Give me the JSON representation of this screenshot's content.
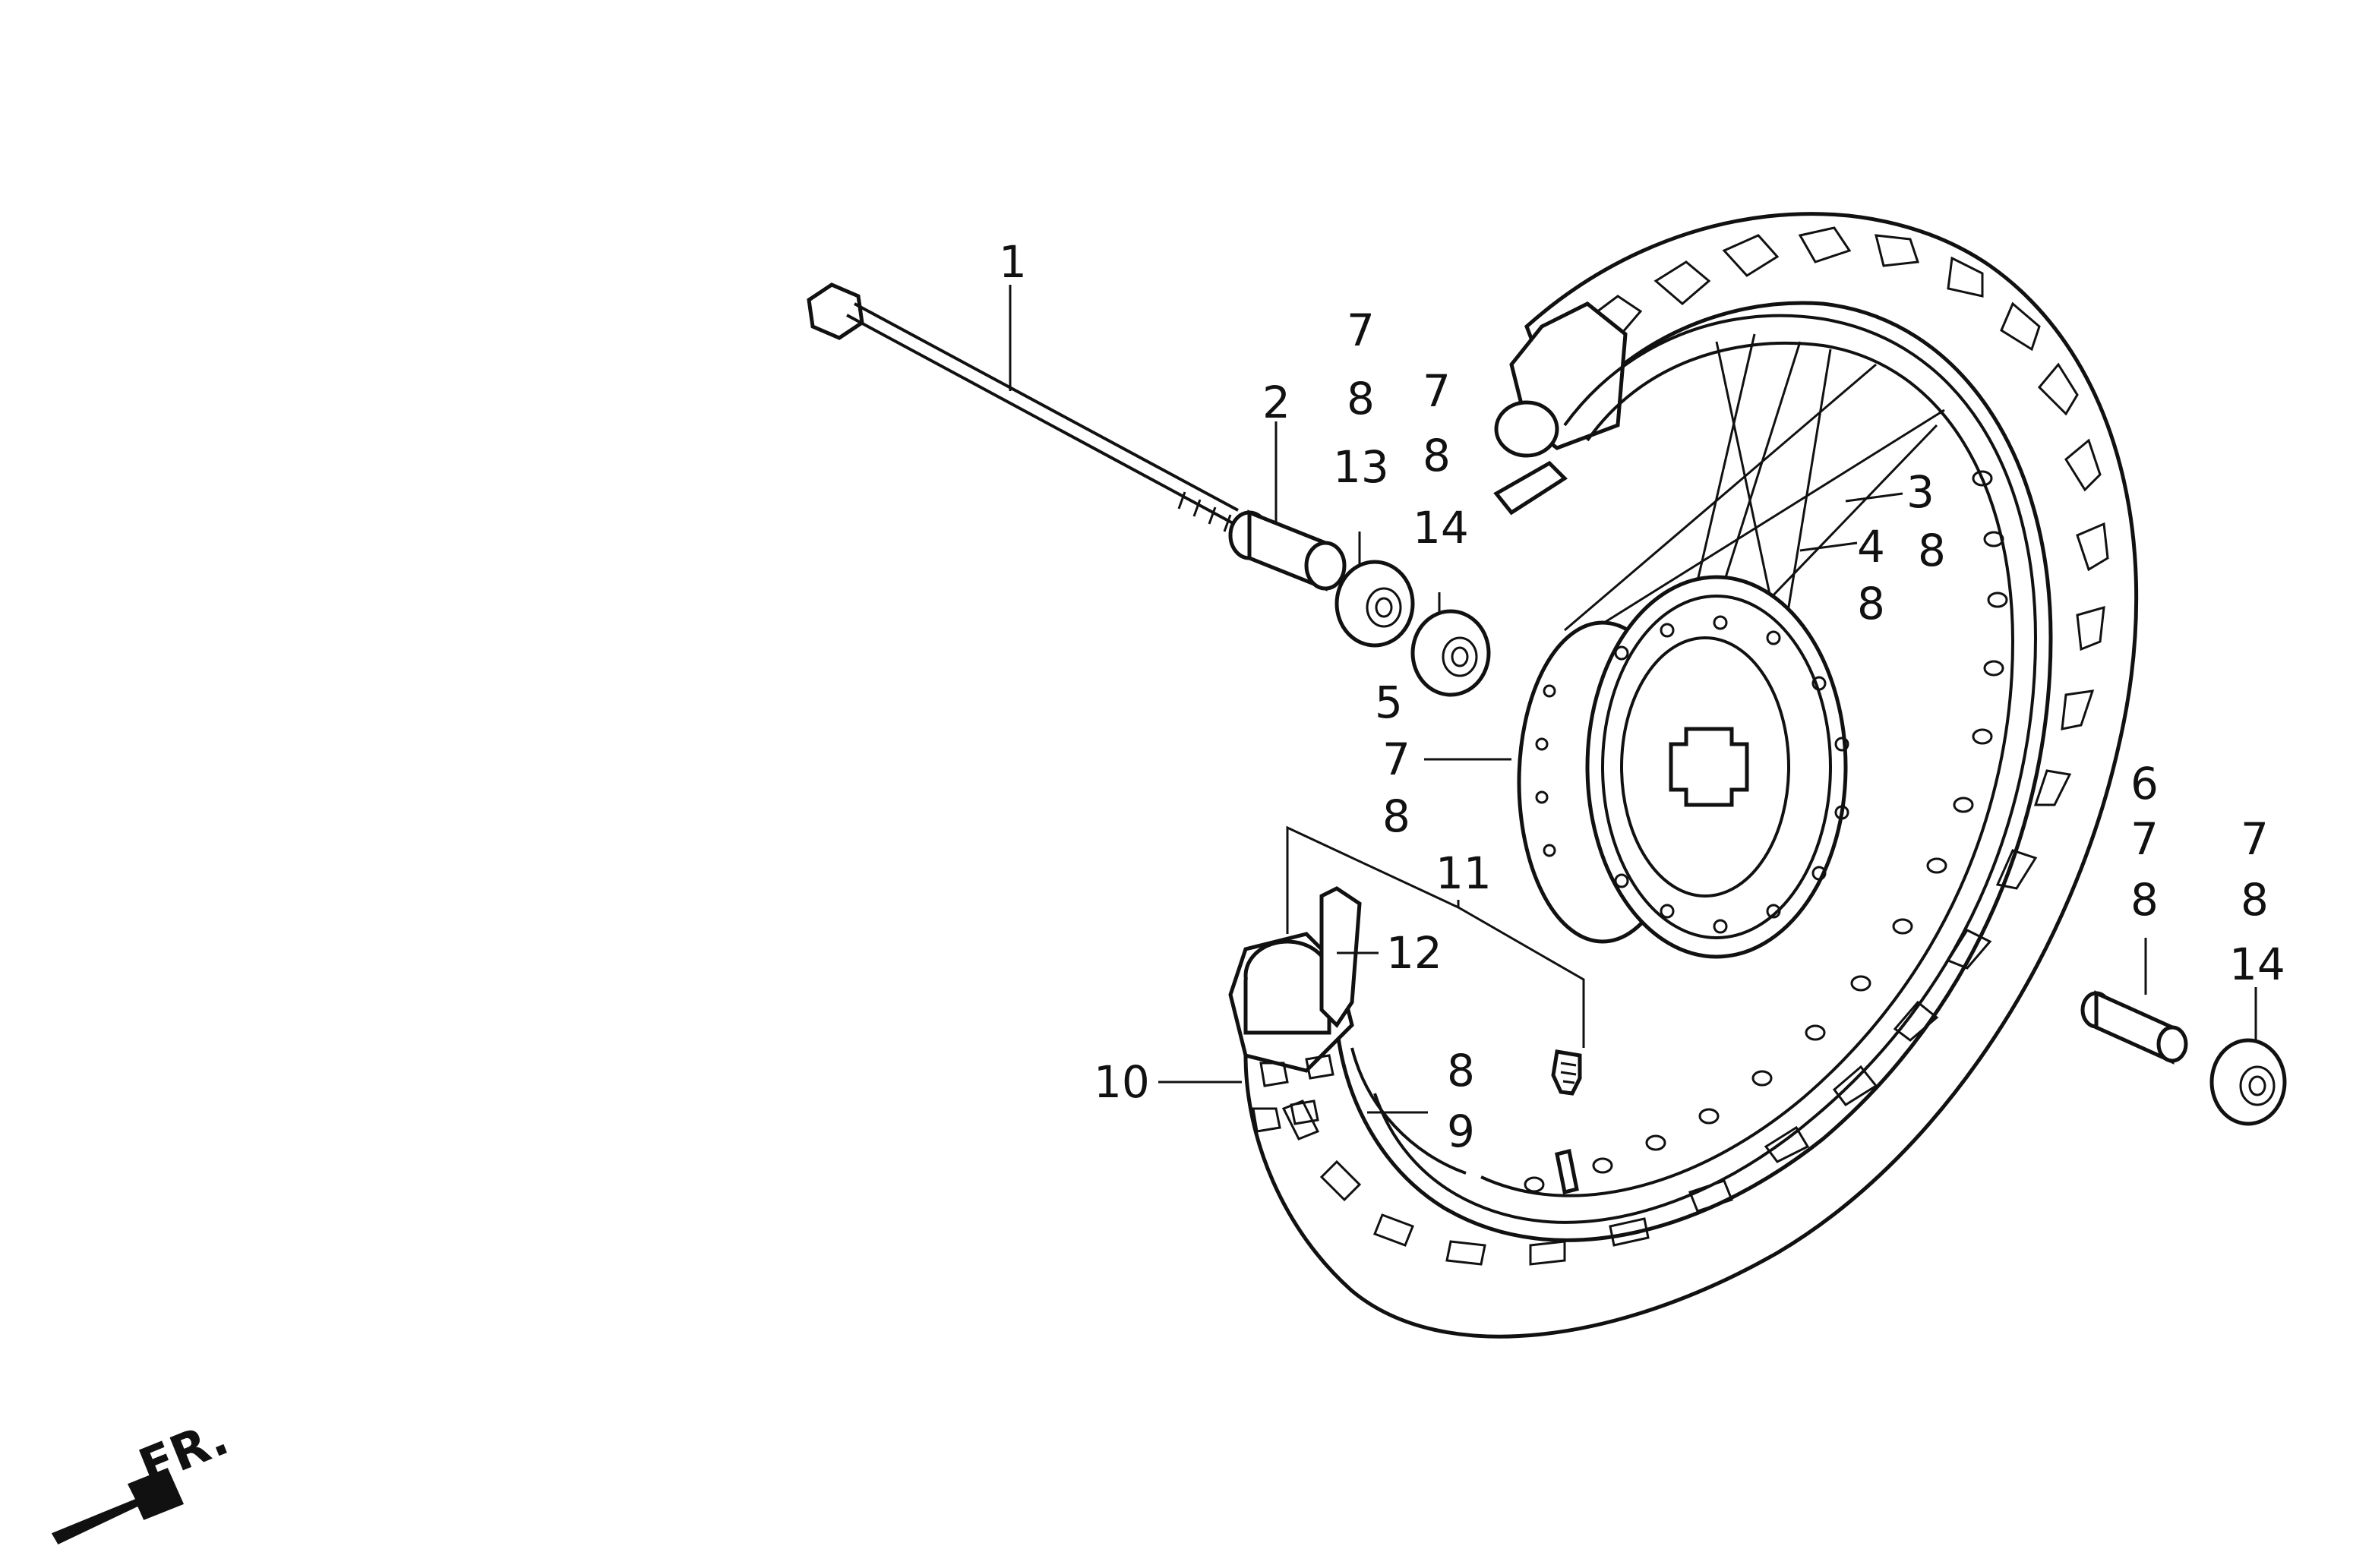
{
  "callouts": [
    {
      "id": "c1",
      "text": "1"
    },
    {
      "id": "c2",
      "text": "2"
    },
    {
      "id": "c3",
      "text": "3"
    },
    {
      "id": "c4",
      "text": "4"
    },
    {
      "id": "c5",
      "text": "5"
    },
    {
      "id": "c6",
      "text": "6"
    },
    {
      "id": "c7a",
      "text": "7"
    },
    {
      "id": "c7b",
      "text": "7"
    },
    {
      "id": "c7c",
      "text": "7"
    },
    {
      "id": "c7d",
      "text": "7"
    },
    {
      "id": "c7e",
      "text": "7"
    },
    {
      "id": "c8a",
      "text": "8"
    },
    {
      "id": "c8b",
      "text": "8"
    },
    {
      "id": "c8c",
      "text": "8"
    },
    {
      "id": "c8d",
      "text": "8"
    },
    {
      "id": "c8e",
      "text": "8"
    },
    {
      "id": "c8f",
      "text": "8"
    },
    {
      "id": "c8g",
      "text": "8"
    },
    {
      "id": "c8h",
      "text": "8"
    },
    {
      "id": "c9",
      "text": "9"
    },
    {
      "id": "c10",
      "text": "10"
    },
    {
      "id": "c11",
      "text": "11"
    },
    {
      "id": "c12",
      "text": "12"
    },
    {
      "id": "c13",
      "text": "13"
    },
    {
      "id": "c14a",
      "text": "14"
    },
    {
      "id": "c14b",
      "text": "14"
    }
  ],
  "direction_marker": {
    "text": "FR.",
    "icon": "front-direction-arrow-icon"
  }
}
